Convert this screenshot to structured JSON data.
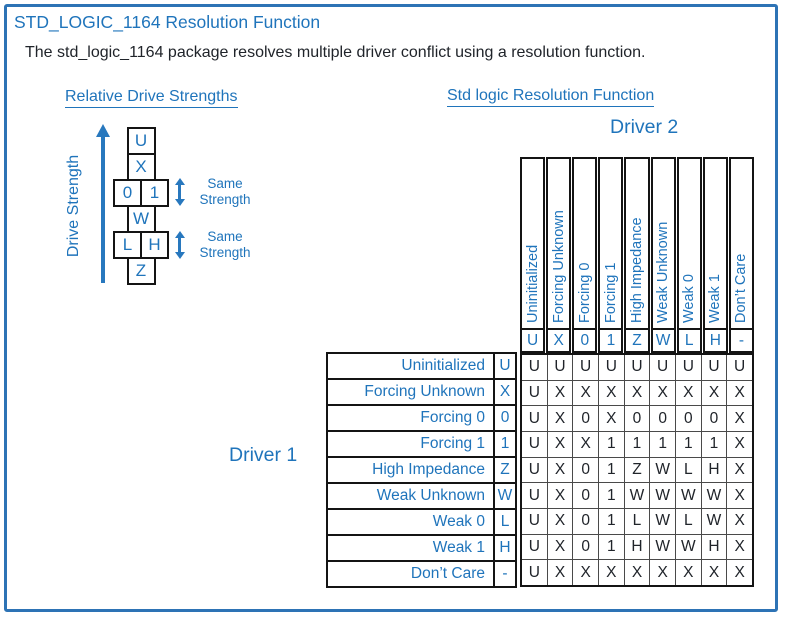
{
  "title": "STD_LOGIC_1164 Resolution Function",
  "subtitle": "The std_logic_1164 package resolves multiple driver conflict using a resolution function.",
  "colors": {
    "accent_blue": "#1f74bb",
    "frame_blue": "#2d73b5",
    "text_black": "#20242a",
    "table_border": "#141414"
  },
  "drive_strengths": {
    "heading": "Relative Drive Strengths",
    "axis_label": "Drive Strength",
    "stack": [
      {
        "cells": [
          "U"
        ]
      },
      {
        "cells": [
          "X"
        ]
      },
      {
        "cells": [
          "0",
          "1"
        ]
      },
      {
        "cells": [
          "W"
        ]
      },
      {
        "cells": [
          "L",
          "H"
        ]
      },
      {
        "cells": [
          "Z"
        ]
      }
    ],
    "same_strength_label": {
      "line1": "Same",
      "line2": "Strength"
    }
  },
  "resolution": {
    "heading": "Std logic Resolution Function",
    "driver2_label": "Driver 2",
    "driver1_label": "Driver 1",
    "columns": [
      {
        "name": "Uninitialized",
        "symbol": "U"
      },
      {
        "name": "Forcing Unknown",
        "symbol": "X"
      },
      {
        "name": "Forcing 0",
        "symbol": "0"
      },
      {
        "name": "Forcing 1",
        "symbol": "1"
      },
      {
        "name": "High Impedance",
        "symbol": "Z"
      },
      {
        "name": "Weak Unknown",
        "symbol": "W"
      },
      {
        "name": "Weak 0",
        "symbol": "L"
      },
      {
        "name": "Weak 1",
        "symbol": "H"
      },
      {
        "name": "Don’t Care",
        "symbol": "-"
      }
    ],
    "rows": [
      {
        "name": "Uninitialized",
        "symbol": "U",
        "values": [
          "U",
          "U",
          "U",
          "U",
          "U",
          "U",
          "U",
          "U",
          "U"
        ]
      },
      {
        "name": "Forcing Unknown",
        "symbol": "X",
        "values": [
          "U",
          "X",
          "X",
          "X",
          "X",
          "X",
          "X",
          "X",
          "X"
        ]
      },
      {
        "name": "Forcing 0",
        "symbol": "0",
        "values": [
          "U",
          "X",
          "0",
          "X",
          "0",
          "0",
          "0",
          "0",
          "X"
        ]
      },
      {
        "name": "Forcing 1",
        "symbol": "1",
        "values": [
          "U",
          "X",
          "X",
          "1",
          "1",
          "1",
          "1",
          "1",
          "X"
        ]
      },
      {
        "name": "High Impedance",
        "symbol": "Z",
        "values": [
          "U",
          "X",
          "0",
          "1",
          "Z",
          "W",
          "L",
          "H",
          "X"
        ]
      },
      {
        "name": "Weak Unknown",
        "symbol": "W",
        "values": [
          "U",
          "X",
          "0",
          "1",
          "W",
          "W",
          "W",
          "W",
          "X"
        ]
      },
      {
        "name": "Weak 0",
        "symbol": "L",
        "values": [
          "U",
          "X",
          "0",
          "1",
          "L",
          "W",
          "L",
          "W",
          "X"
        ]
      },
      {
        "name": "Weak 1",
        "symbol": "H",
        "values": [
          "U",
          "X",
          "0",
          "1",
          "H",
          "W",
          "W",
          "H",
          "X"
        ]
      },
      {
        "name": "Don’t Care",
        "symbol": "-",
        "values": [
          "U",
          "X",
          "X",
          "X",
          "X",
          "X",
          "X",
          "X",
          "X"
        ]
      }
    ]
  }
}
